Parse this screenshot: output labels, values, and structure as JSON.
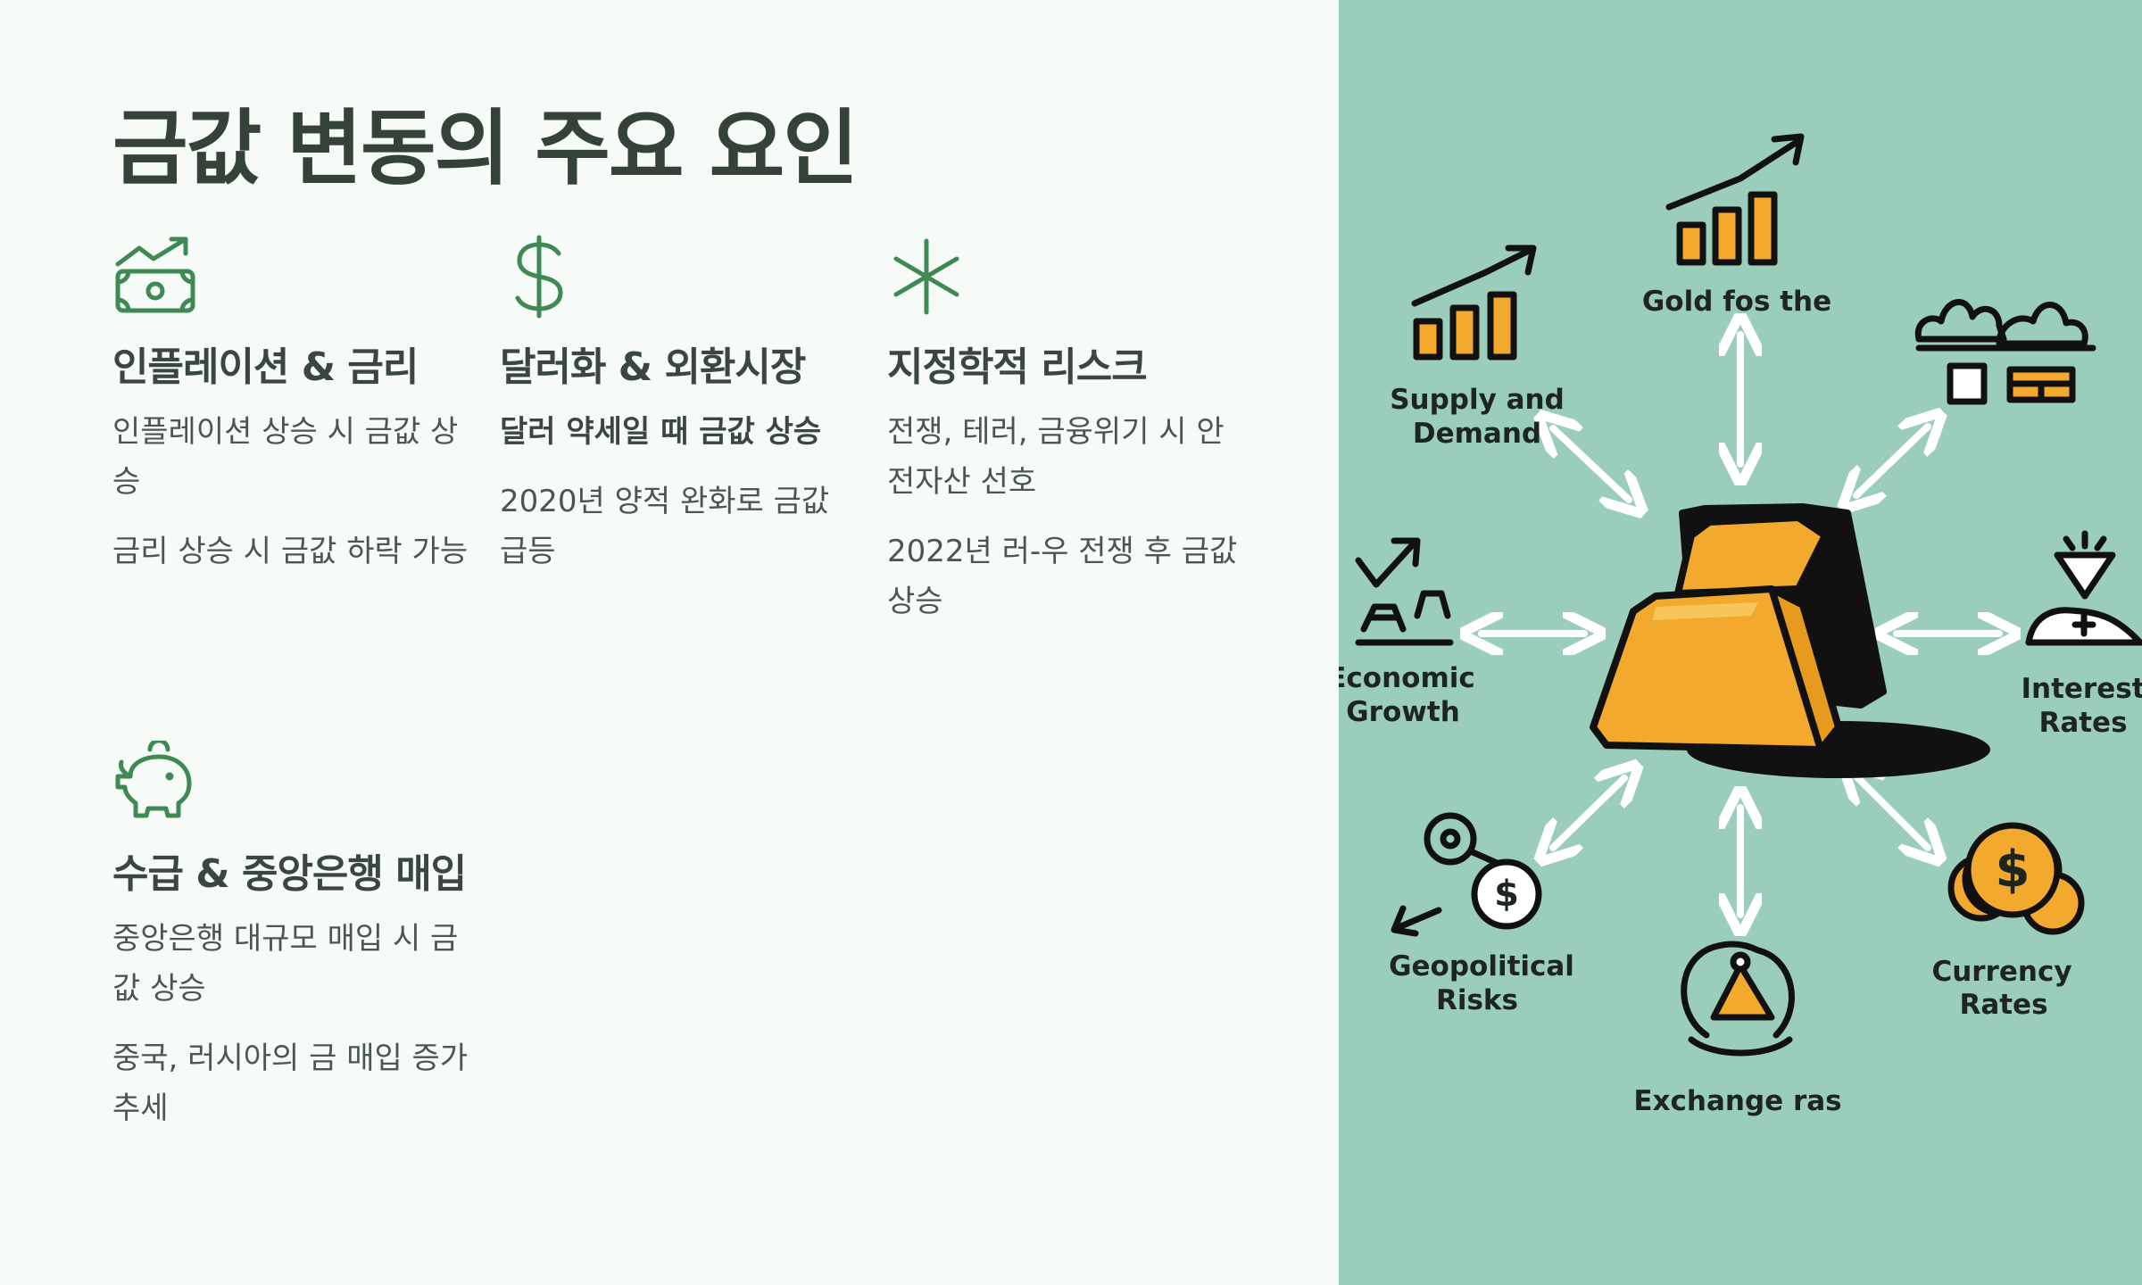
{
  "title": "금값 변동의 주요 요인",
  "cards": [
    {
      "icon": "inflation-money-icon",
      "heading": "인플레이션 & 금리",
      "lines": [
        "인플레이션 상승 시 금값 상승",
        "금리 상승 시 금값 하락 가능"
      ]
    },
    {
      "icon": "dollar-icon",
      "heading": "달러화 & 외환시장",
      "lines": [
        "달러 약세일 때 금값 상승",
        "2020년 양적 완화로 금값 급등"
      ]
    },
    {
      "icon": "asterisk-icon",
      "heading": "지정학적 리스크",
      "lines": [
        "전쟁, 테러, 금융위기 시 안전자산 선호",
        "2022년 러-우 전쟁 후 금값 상승"
      ]
    },
    {
      "icon": "piggy-bank-icon",
      "heading": "수급 & 중앙은행 매입",
      "lines": [
        "중앙은행 대규모 매입 시 금값 상승",
        "중국, 러시아의 금 매입 증가 추세"
      ]
    }
  ],
  "illustration": {
    "labels": {
      "gold_top": "Gold fos the",
      "supply_1": "Supply and",
      "supply_2": "Demand",
      "economic_1": "Economic",
      "economic_2": "Growth",
      "interest_1": "Interest",
      "interest_2": "Rates",
      "geo_1": "Geopolitical",
      "geo_2": "Risks",
      "exchange": "Exchange ras",
      "currency_1": "Currency",
      "currency_2": "Rates"
    },
    "colors": {
      "panel": "#9bceba",
      "gold": "#f2a92e",
      "gold_light": "#f7c65a",
      "ink": "#111111",
      "arrow": "#ffffff",
      "accent_green": "#3f8a52"
    }
  }
}
